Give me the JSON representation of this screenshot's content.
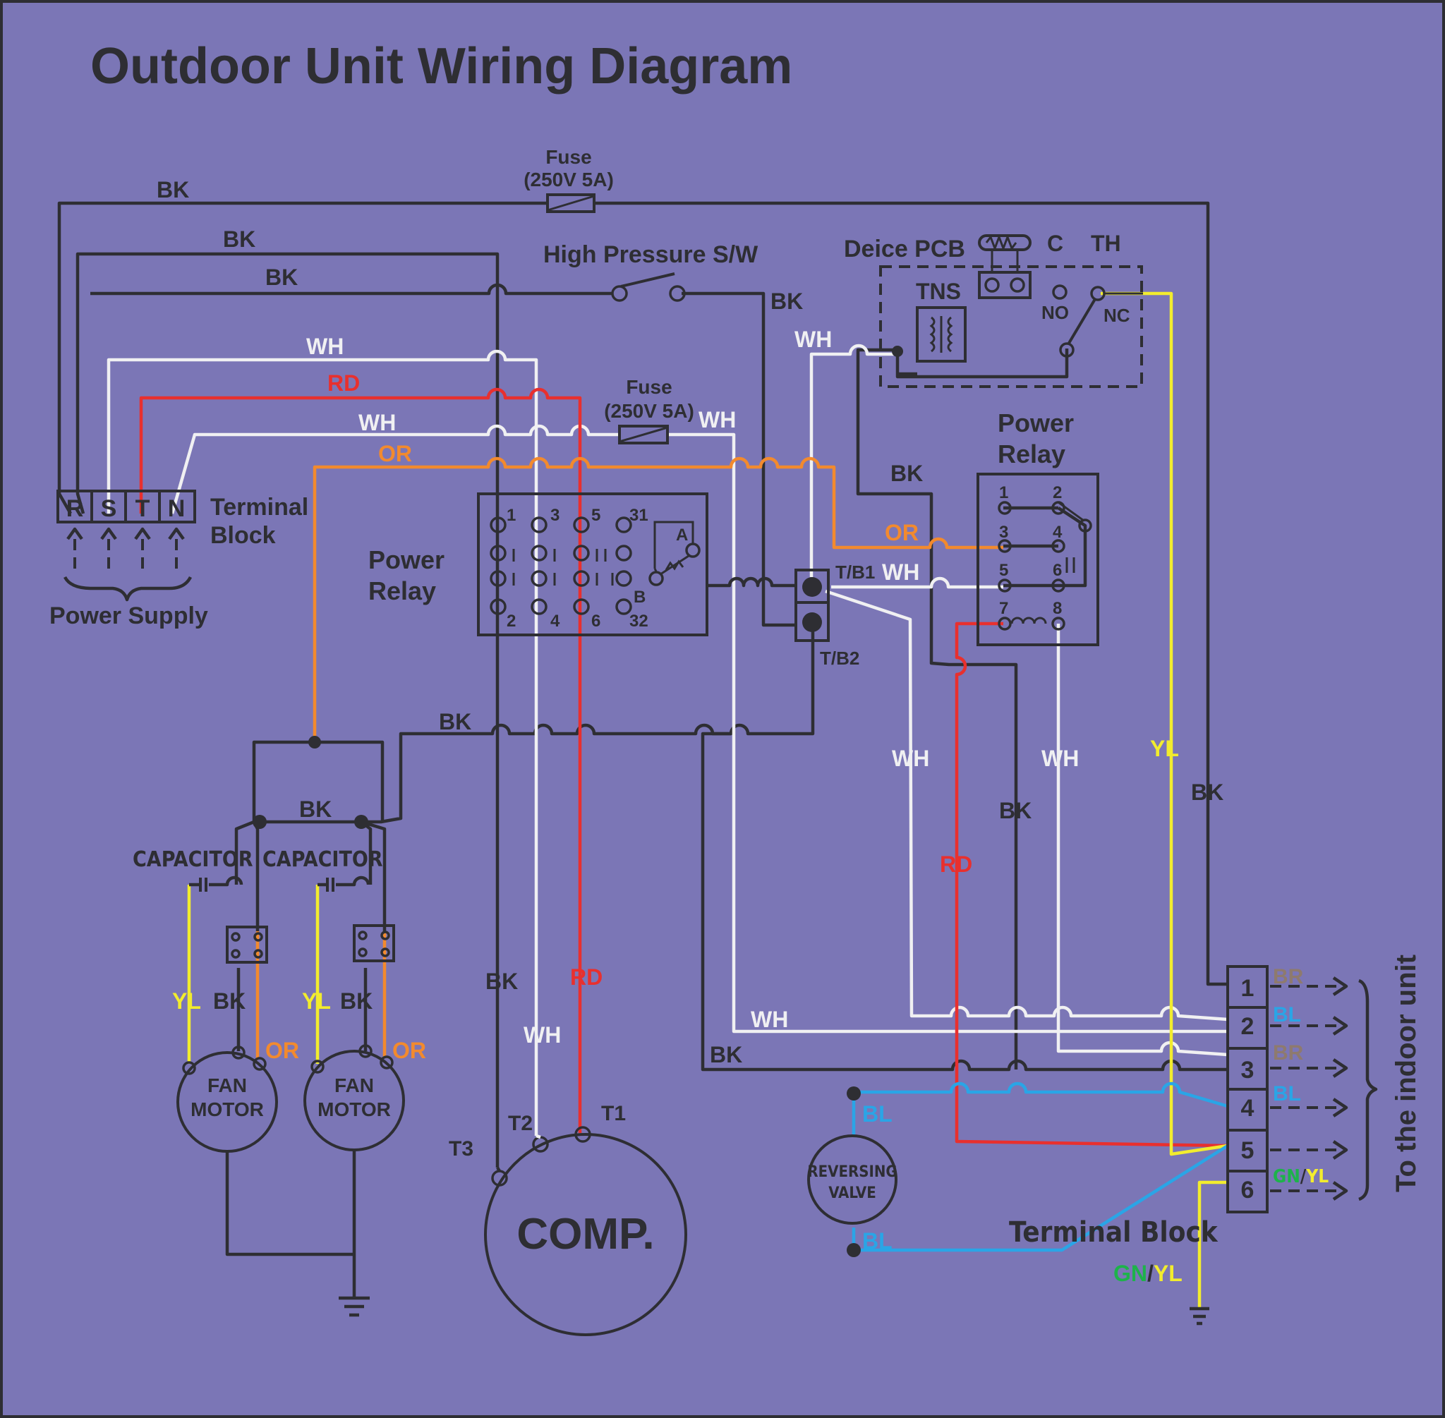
{
  "title": "Outdoor Unit Wiring Diagram",
  "colors": {
    "background": "#7B76B6",
    "BK": "#2E2E33",
    "WH": "#F0F0F2",
    "RD": "#E8302E",
    "OR": "#F28A2E",
    "YL": "#F2EC2E",
    "BL": "#2AA5E6",
    "BR": "#8E7A6E",
    "GN": "#1DB34A"
  },
  "wire_codes": {
    "black": "BK",
    "white": "WH",
    "red": "RD",
    "orange": "OR",
    "yellow": "YL",
    "blue": "BL",
    "brown": "BR",
    "green": "GN",
    "slash": "/"
  },
  "fuse_top": {
    "name": "Fuse",
    "rating": "(250V 5A)"
  },
  "fuse_mid": {
    "name": "Fuse",
    "rating": "(250V 5A)"
  },
  "high_pressure_switch": "High Pressure S/W",
  "deice_pcb": {
    "label": "Deice PCB",
    "c": "C",
    "th": "TH",
    "tns": "TNS",
    "no": "NO",
    "nc": "NC"
  },
  "power_terminal_block": {
    "terminals": [
      "R",
      "S",
      "T",
      "N"
    ],
    "label_line1": "Terminal",
    "label_line2": "Block",
    "supply": "Power Supply"
  },
  "main_relay": {
    "line1": "Power",
    "line2": "Relay",
    "top_pins": [
      "1",
      "3",
      "5",
      "31"
    ],
    "bottom_pins": [
      "2",
      "4",
      "6",
      "32"
    ],
    "a": "A",
    "b": "B"
  },
  "aux_relay": {
    "line1": "Power",
    "line2": "Relay",
    "pins": [
      "1",
      "2",
      "3",
      "4",
      "5",
      "6",
      "7",
      "8"
    ]
  },
  "tb1": "T/B1",
  "tb2": "T/B2",
  "capacitors": [
    "CAPACITOR",
    "CAPACITOR"
  ],
  "fan_motors": [
    {
      "line1": "FAN",
      "line2": "MOTOR"
    },
    {
      "line1": "FAN",
      "line2": "MOTOR"
    }
  ],
  "compressor": {
    "label": "COMP.",
    "t1": "T1",
    "t2": "T2",
    "t3": "T3"
  },
  "reversing_valve": {
    "line1": "REVERSING",
    "line2": "VALVE"
  },
  "indoor_terminal_block": {
    "terminals": [
      "1",
      "2",
      "3",
      "4",
      "5",
      "6"
    ],
    "label": "Terminal Block",
    "side_label": "To the indoor unit"
  }
}
